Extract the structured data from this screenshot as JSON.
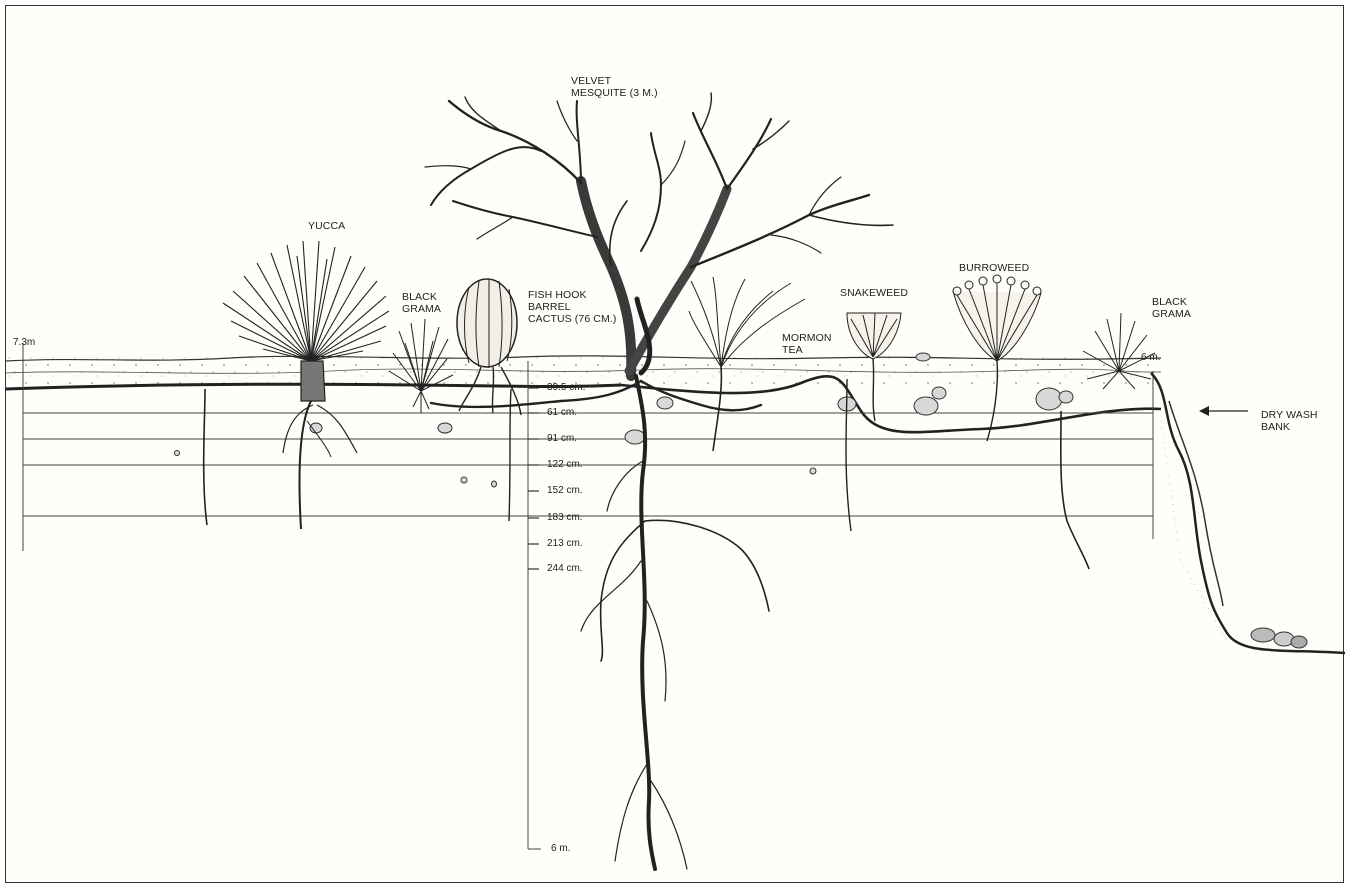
{
  "plants": {
    "yucca": "YUCCA",
    "black_grama_left": "BLACK\nGRAMA",
    "barrel_cactus": "FISH HOOK\nBARREL\nCACTUS (76 cm.)",
    "velvet_mesquite": "VELVET\nMESQUITE (3 m.)",
    "mormon_tea": "MORMON\nTEA",
    "snakeweed": "SNAKEWEED",
    "burroweed": "BURROWEED",
    "black_grama_right": "BLACK\nGRAMA"
  },
  "scale": {
    "left_width": "7.3m",
    "right_width": "6 m.",
    "depths": [
      "30.5 cm.",
      "61 cm.",
      "91 cm.",
      "122 cm.",
      "152 cm.",
      "183 cm.",
      "213 cm.",
      "244 cm."
    ],
    "max_depth": "6 m."
  },
  "annotation": {
    "dry_wash_bank": "DRY WASH\nBANK"
  }
}
